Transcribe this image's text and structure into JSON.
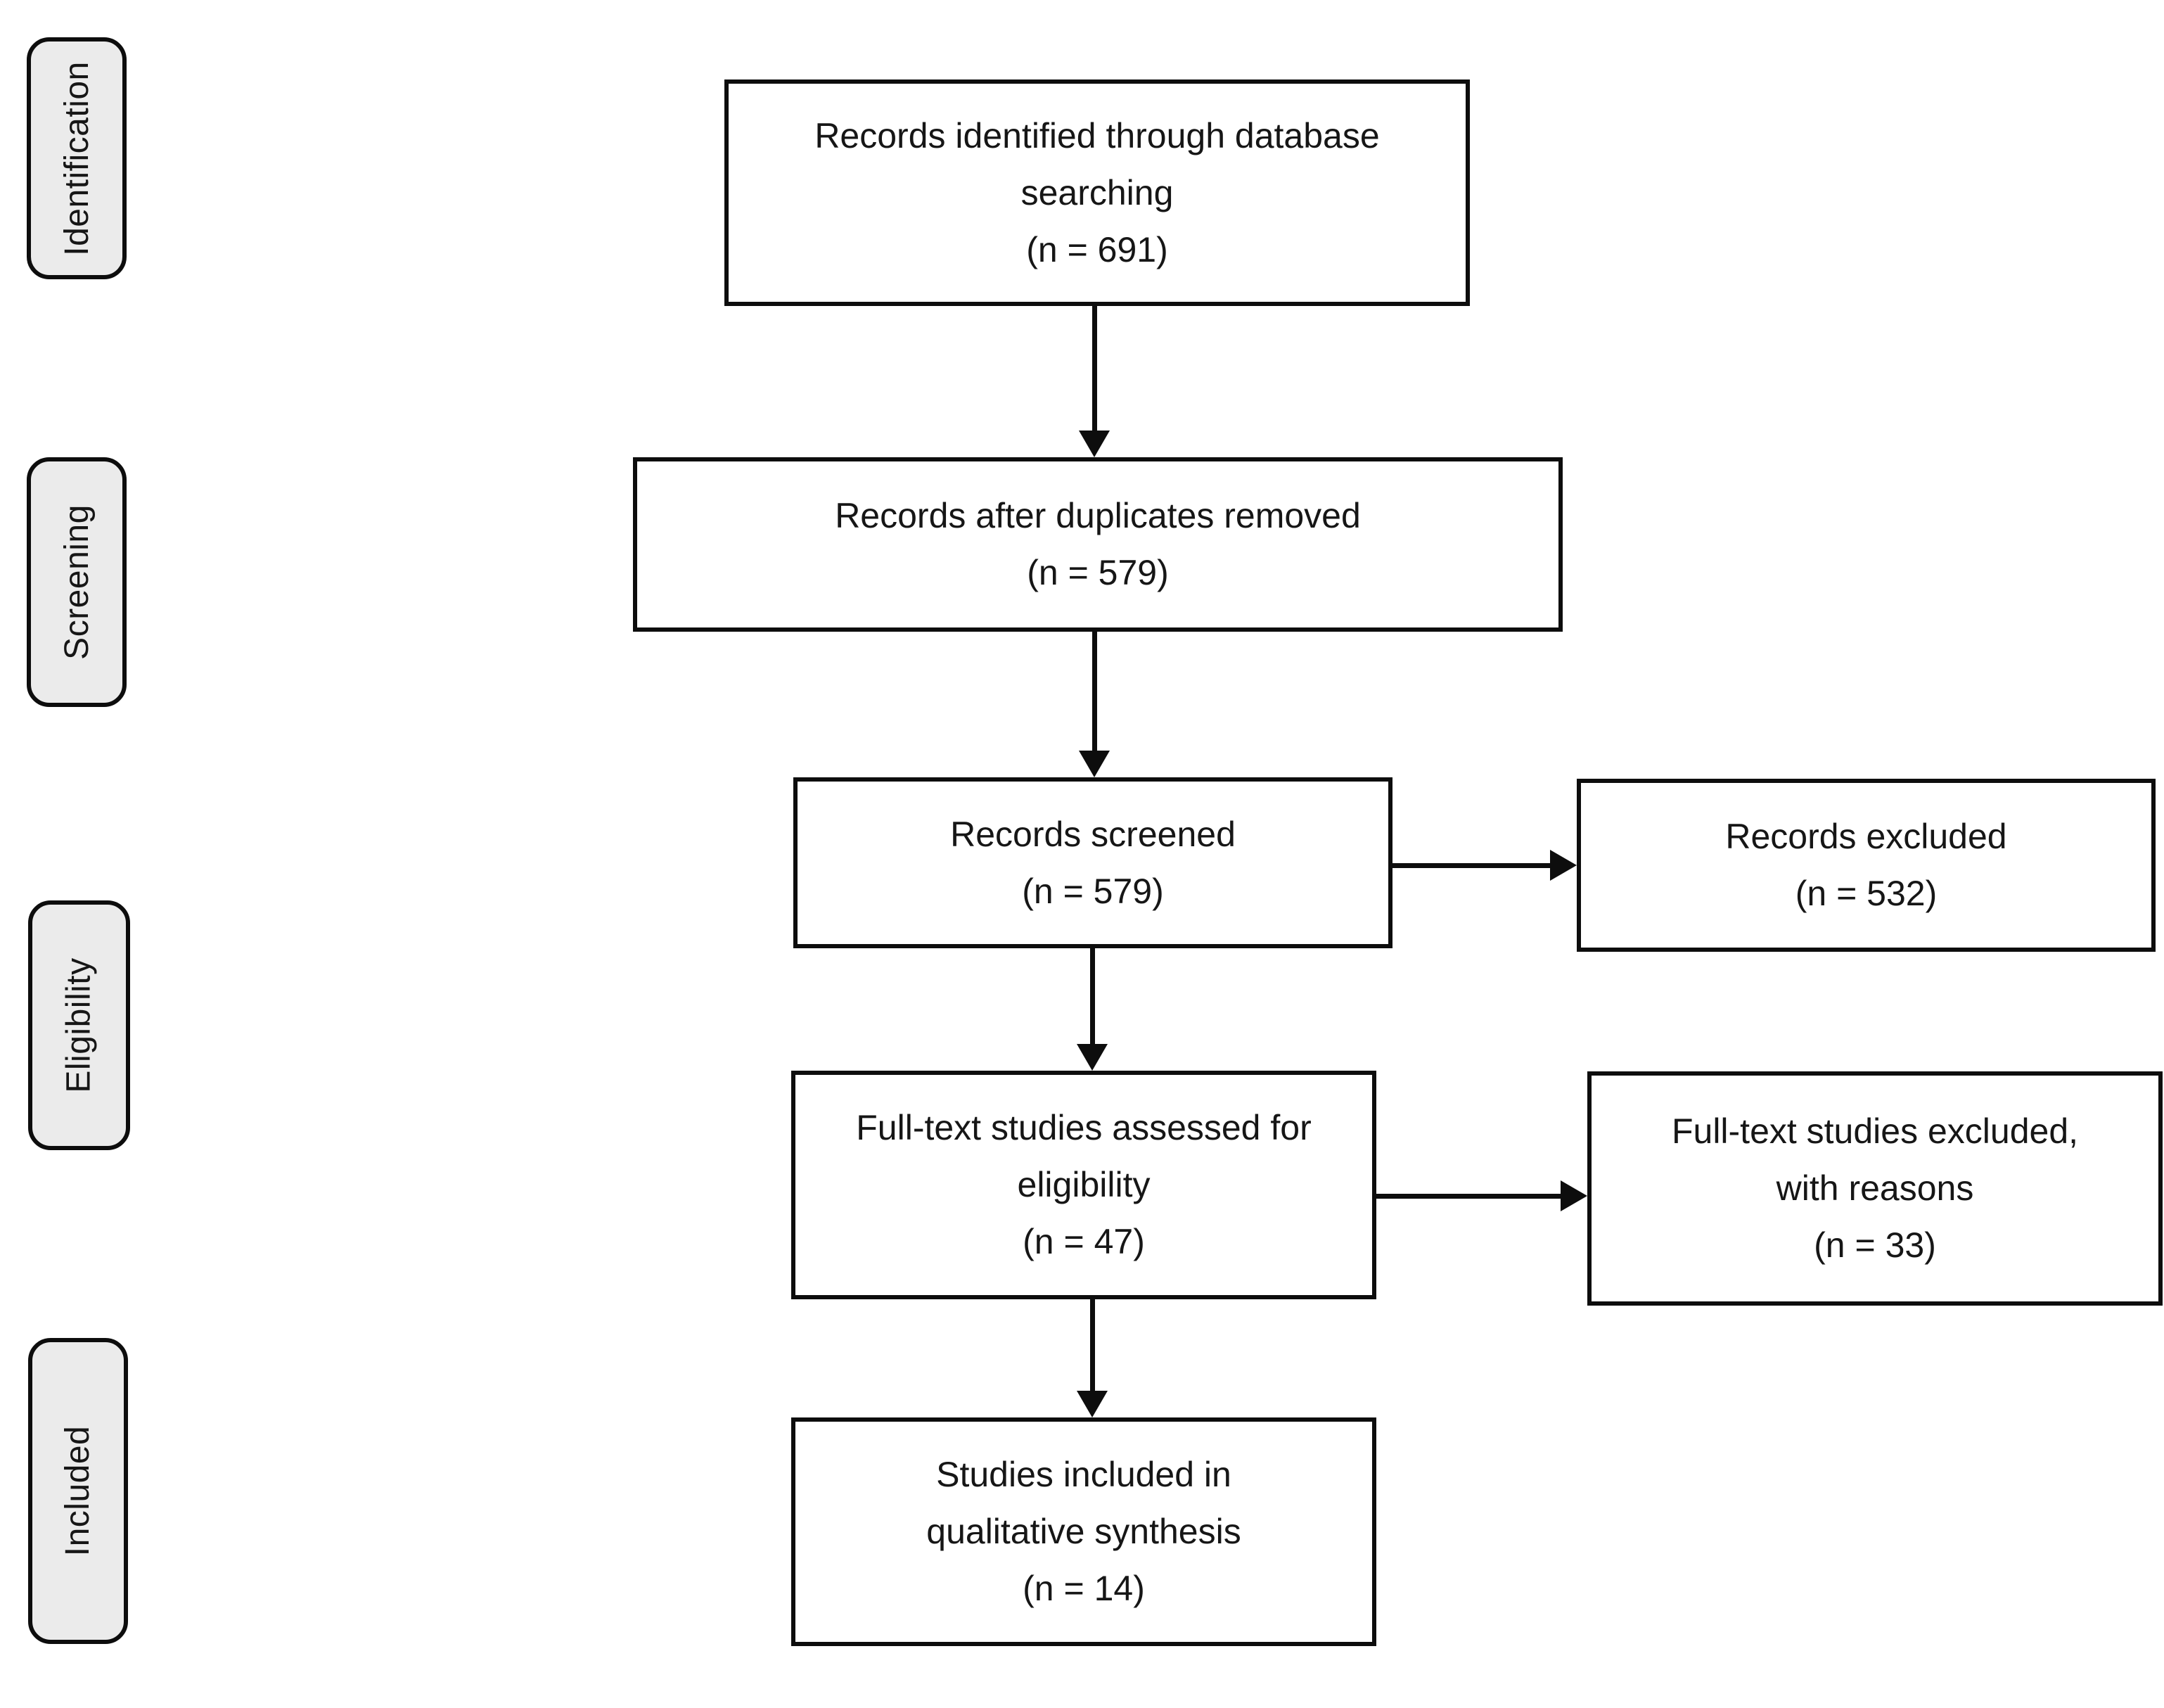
{
  "diagram": {
    "stages": [
      {
        "label": "Identification"
      },
      {
        "label": "Screening"
      },
      {
        "label": "Eligibility"
      },
      {
        "label": "Included"
      }
    ],
    "boxes": {
      "identified": {
        "lines": [
          "Records identified through database",
          "searching",
          "(n = 691)"
        ],
        "n": "691"
      },
      "deduplicated": {
        "lines": [
          "Records after duplicates removed",
          "(n = 579)"
        ],
        "n": "579"
      },
      "screened": {
        "lines": [
          "Records screened",
          "(n = 579)"
        ],
        "n": "579"
      },
      "records_excluded": {
        "lines": [
          "Records excluded",
          "(n = 532)"
        ],
        "n": "532"
      },
      "fulltext_assessed": {
        "lines": [
          "Full-text studies assessed for",
          "eligibility",
          "(n = 47)"
        ],
        "n": "47"
      },
      "fulltext_excluded": {
        "lines": [
          "Full-text studies excluded,",
          "with reasons",
          "(n = 33)"
        ],
        "n": "33"
      },
      "included_qualitative": {
        "lines": [
          "Studies included in",
          "qualitative synthesis",
          "(n = 14)"
        ],
        "n": "14"
      }
    },
    "colors": {
      "background": "#ffffff",
      "box_border": "#0d0d0d",
      "stage_fill": "#ebebeb",
      "text": "#161616"
    }
  }
}
